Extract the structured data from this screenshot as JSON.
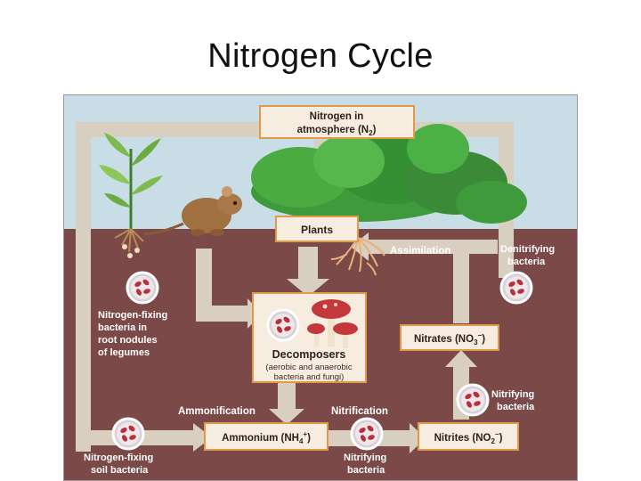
{
  "slide": {
    "title": "Nitrogen Cycle"
  },
  "diagram": {
    "boxes": {
      "atmosphere_line1": "Nitrogen in",
      "atmosphere_line2": "atmosphere (N",
      "atmosphere_sub": "2",
      "atmosphere_close": ")",
      "plants": "Plants",
      "decomposers_title": "Decomposers",
      "decomposers_line1": "(aerobic and anaerobic",
      "decomposers_line2": "bacteria and fungi)",
      "nitrates_pre": "Nitrates (NO",
      "nitrates_sub": "3",
      "nitrates_sup": "−",
      "nitrates_close": ")",
      "nitrites_pre": "Nitrites (NO",
      "nitrites_sub": "2",
      "nitrites_sup": "−",
      "nitrites_close": ")",
      "ammonium_pre": "Ammonium (NH",
      "ammonium_sub": "4",
      "ammonium_sup": "+",
      "ammonium_close": ")"
    },
    "labels": {
      "assimilation": "Assimilation",
      "denitrifying_1": "Denitrifying",
      "denitrifying_2": "bacteria",
      "nodules_1": "Nitrogen-fixing",
      "nodules_2": "bacteria in",
      "nodules_3": "root nodules",
      "nodules_4": "of legumes",
      "ammonification": "Ammonification",
      "nitrification": "Nitrification",
      "nitrifying_right_1": "Nitrifying",
      "nitrifying_right_2": "bacteria",
      "soil_fixing_1": "Nitrogen-fixing",
      "soil_fixing_2": "soil bacteria",
      "nitrifying_bottom_1": "Nitrifying",
      "nitrifying_bottom_2": "bacteria"
    },
    "colors": {
      "sky": "#c9dde7",
      "soil": "#7a4948",
      "arrow": "#d8cfc0",
      "box_fill": "#f6ede0",
      "box_border": "#e09a4a",
      "bacteria_cell": "#b7303a",
      "foliage": "#3e9a3a"
    }
  }
}
